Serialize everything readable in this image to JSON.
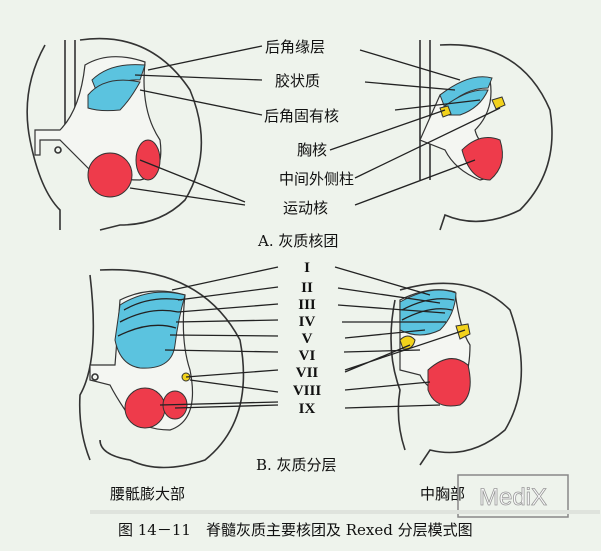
{
  "section_a": {
    "title": "A. 灰质核团",
    "labels": [
      "后角缘层",
      "胶状质",
      "后角固有核",
      "胸核",
      "中间外侧柱",
      "运动核"
    ]
  },
  "section_b": {
    "title": "B. 灰质分层",
    "laminae": [
      "I",
      "II",
      "III",
      "IV",
      "V",
      "VI",
      "VII",
      "VIII",
      "IX"
    ],
    "left_caption": "腰骶膨大部",
    "right_caption": "中胸部"
  },
  "figure_caption": "图 14－11　脊髓灰质主要核团及 Rexed 分层模式图",
  "watermark": "MediX",
  "colors": {
    "blue": "#5bc3df",
    "red": "#ee3b4b",
    "yellow": "#f2d21b",
    "background": "#eef3ec"
  }
}
